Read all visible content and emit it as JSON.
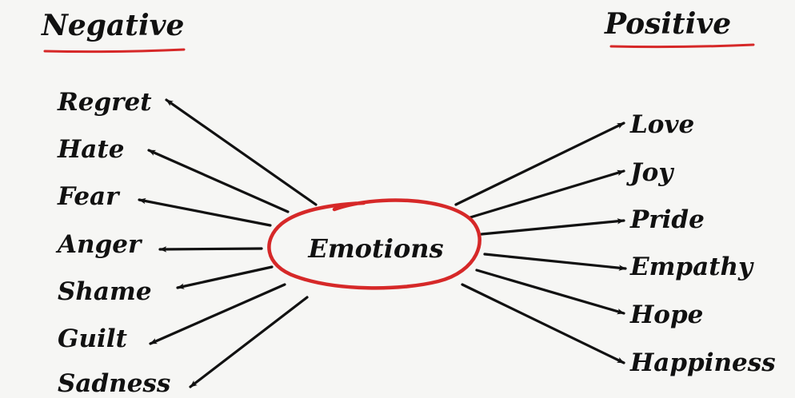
{
  "diagram": {
    "center": "Emotions",
    "negative": {
      "heading": "Negative",
      "items": [
        "Regret",
        "Hate",
        "Fear",
        "Anger",
        "Shame",
        "Guilt",
        "Sadness"
      ]
    },
    "positive": {
      "heading": "Positive",
      "items": [
        "Love",
        "Joy",
        "Pride",
        "Empathy",
        "Hope",
        "Happiness"
      ]
    },
    "colors": {
      "accent": "#d62828",
      "ink": "#111111",
      "background": "#f6f6f4"
    }
  }
}
